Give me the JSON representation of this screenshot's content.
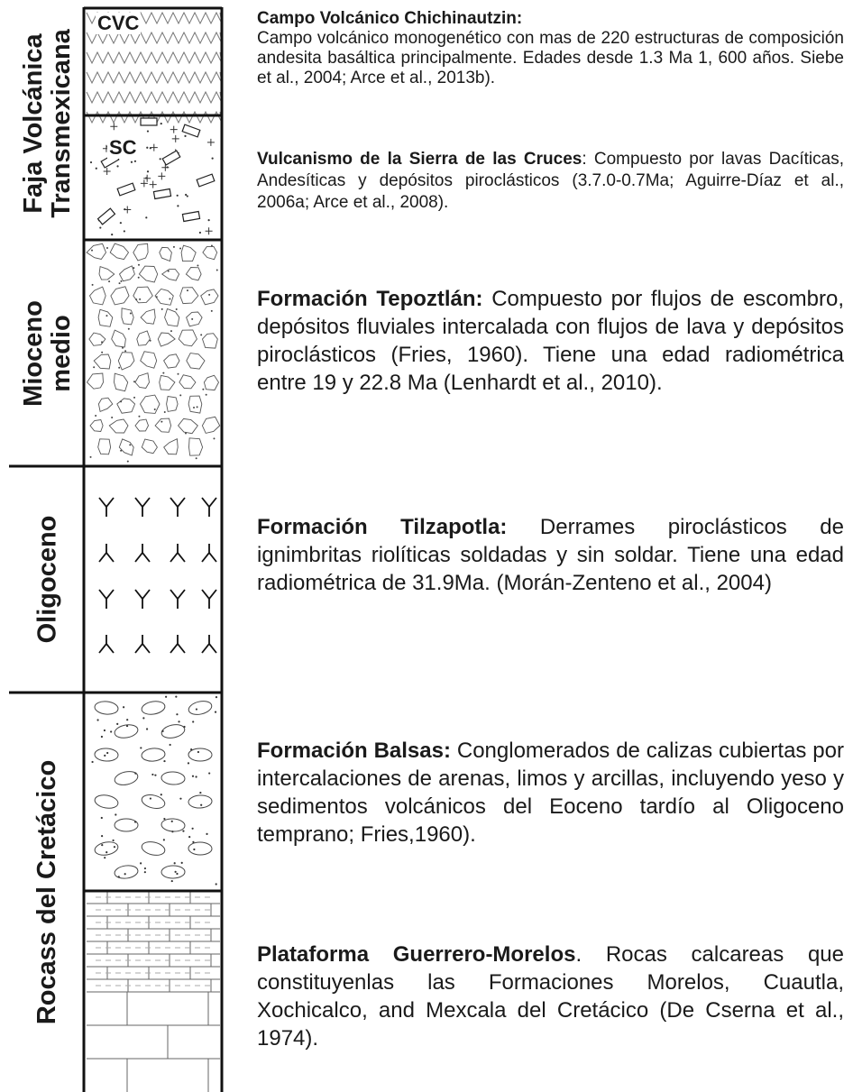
{
  "ages": [
    {
      "id": "fvt",
      "lines": [
        "Faja Volcánica",
        "Transmexicana"
      ]
    },
    {
      "id": "mio",
      "lines": [
        "Mioceno",
        "medio"
      ]
    },
    {
      "id": "oli",
      "lines": [
        "Oligoceno"
      ]
    },
    {
      "id": "cre",
      "lines": [
        "Rocass del Cretácico"
      ]
    }
  ],
  "units": [
    {
      "label": "CVC",
      "title": "Campo Volcánico Chichinautzin:",
      "text": "Campo volcánico monogenético con mas de 220 estructuras de composición andesita basáltica principalmente. Edades desde 1.3 Ma 1, 600 años. Siebe et al., 2004; Arce et al., 2013b)."
    },
    {
      "label": "SC",
      "title": "Vulcanismo de la Sierra de las Cruces",
      "text": ": Compuesto por lavas Dacíticas, Andesíticas y depósitos piroclásticos (3.7.0-0.7Ma; Aguirre-Díaz et al., 2006a; Arce et al., 2008)."
    },
    {
      "title": "Formación Tepoztlán:",
      "text": " Compuesto por flujos de escombro, depósitos fluviales intercalada con flujos de lava y depósitos piroclásticos (Fries, 1960). Tiene una edad radiométrica entre 19 y 22.8 Ma (Lenhardt et al., 2010)."
    },
    {
      "title": "Formación Tilzapotla:",
      "text": " Derrames piroclásticos de ignimbritas riolíticas soldadas y sin soldar. Tiene una edad radiométrica de 31.9Ma. (Morán-Zenteno et al., 2004)"
    },
    {
      "title": "Formación Balsas:",
      "text": " Conglomerados de calizas cubiertas por intercalaciones de arenas, limos y arcillas, incluyendo yeso y sedimentos volcánicos del Eoceno tardío al Oligoceno temprano; Fries,1960)."
    },
    {
      "title": "Plataforma Guerrero-Morelos",
      "text": ". Rocas calcareas que constituyenlas las Formaciones Morelos, Cuautla, Xochicalco, and Mexcala del Cretácico (De Cserna et al., 1974)."
    }
  ]
}
